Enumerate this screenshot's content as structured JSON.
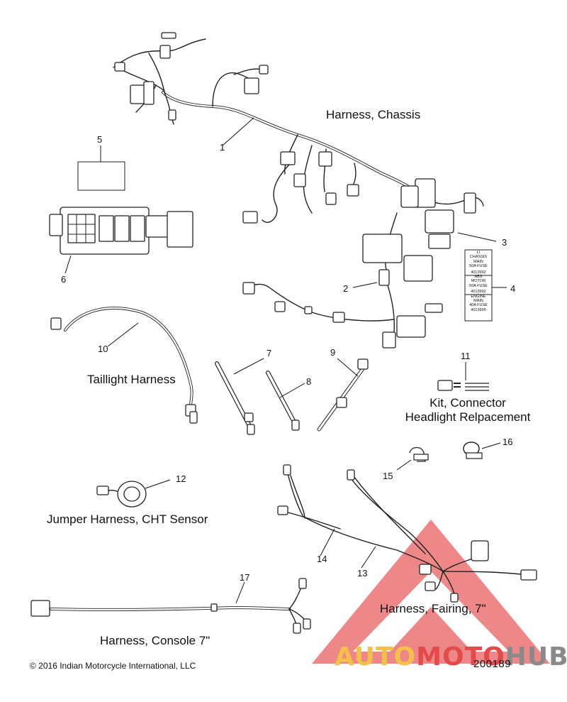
{
  "labels": {
    "chassis": "Harness, Chassis",
    "taillight": "Taillight Harness",
    "kit_connector_1": "Kit, Connector",
    "kit_connector_2": "Headlight Relpacement",
    "jumper": "Jumper Harness, CHT Sensor",
    "fairing": "Harness, Fairing, 7\"",
    "console": "Harness, Console 7\""
  },
  "callouts": [
    "1",
    "2",
    "3",
    "4",
    "5",
    "6",
    "7",
    "8",
    "9",
    "10",
    "11",
    "12",
    "13",
    "14",
    "15",
    "16",
    "17"
  ],
  "fuse_label": {
    "top_code": "LI",
    "block1": [
      "CHASSIS",
      "MAIN",
      "50A FUSE"
    ],
    "code1": "4013992",
    "block2": [
      "ABS",
      "MOTOR",
      "50A FUSE"
    ],
    "code2": "4013992",
    "block3": [
      "ENGINE",
      "MAIN",
      "40A FUSE"
    ],
    "code3": "4013995"
  },
  "footer": {
    "copyright": "© 2016 Indian Motorcycle International, LLC",
    "figure_number": "200189"
  },
  "watermark": {
    "part1": "AUTO",
    "part2": "MOTO",
    "part3": "HUB",
    "colors": {
      "auto": "#f5c04a",
      "moto": "#e34a4a",
      "hub": "#8a8a8a",
      "triangle": "#e85a5a"
    }
  }
}
